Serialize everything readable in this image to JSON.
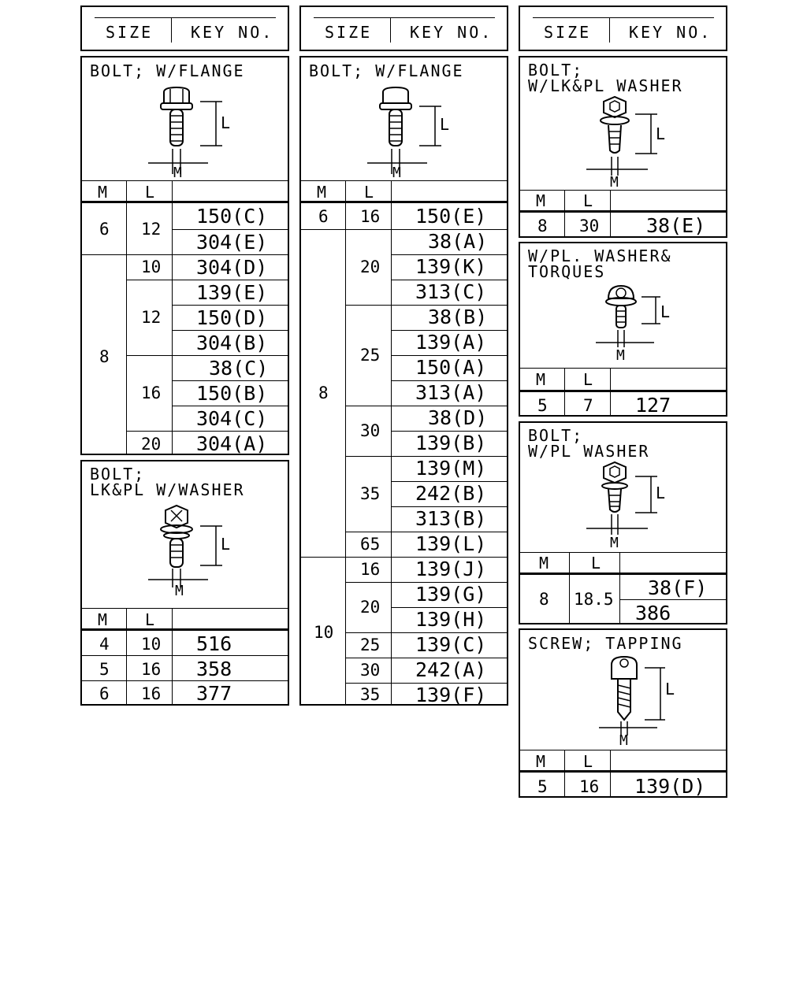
{
  "header": {
    "size_label": "SIZE",
    "key_label": "KEY NO."
  },
  "columns": {
    "m": "M",
    "l": "L"
  },
  "sections": {
    "bolt_flange_1": {
      "title": "BOLT; W/FLANGE",
      "rows": [
        {
          "m": "6",
          "l": "12",
          "keys": [
            "150(C)",
            "304(E)"
          ]
        },
        {
          "m": "8",
          "l": "10",
          "keys": [
            "304(D)"
          ]
        },
        {
          "m": "8",
          "l": "12",
          "keys": [
            "139(E)",
            "150(D)",
            "304(B)"
          ]
        },
        {
          "m": "8",
          "l": "16",
          "keys": [
            "38(C)",
            "150(B)",
            "304(C)"
          ]
        },
        {
          "m": "8",
          "l": "20",
          "keys": [
            "304(A)"
          ]
        }
      ]
    },
    "bolt_lkpl_washer": {
      "title_line1": "BOLT;",
      "title_line2": "LK&PL W/WASHER",
      "rows": [
        {
          "m": "4",
          "l": "10",
          "key": "516"
        },
        {
          "m": "5",
          "l": "16",
          "key": "358"
        },
        {
          "m": "6",
          "l": "16",
          "key": "377"
        }
      ]
    },
    "bolt_flange_2": {
      "title": "BOLT; W/FLANGE",
      "rows": [
        {
          "m": "6",
          "l": "16",
          "keys": [
            "150(E)"
          ]
        },
        {
          "m": "8",
          "l": "20",
          "keys": [
            "38(A)",
            "139(K)",
            "313(C)"
          ]
        },
        {
          "m": "8",
          "l": "25",
          "keys": [
            "38(B)",
            "139(A)",
            "150(A)",
            "313(A)"
          ]
        },
        {
          "m": "8",
          "l": "30",
          "keys": [
            "38(D)",
            "139(B)"
          ]
        },
        {
          "m": "8",
          "l": "35",
          "keys": [
            "139(M)",
            "242(B)",
            "313(B)"
          ]
        },
        {
          "m": "8",
          "l": "65",
          "keys": [
            "139(L)"
          ]
        },
        {
          "m": "10",
          "l": "16",
          "keys": [
            "139(J)"
          ]
        },
        {
          "m": "10",
          "l": "20",
          "keys": [
            "139(G)",
            "139(H)"
          ]
        },
        {
          "m": "10",
          "l": "25",
          "keys": [
            "139(C)"
          ]
        },
        {
          "m": "10",
          "l": "30",
          "keys": [
            "242(A)"
          ]
        },
        {
          "m": "10",
          "l": "35",
          "keys": [
            "139(F)"
          ]
        }
      ]
    },
    "bolt_w_lkpl_washer": {
      "title_line1": "BOLT;",
      "title_line2": "W/LK&PL WASHER",
      "rows": [
        {
          "m": "8",
          "l": "30",
          "key": "38(E)"
        }
      ]
    },
    "wpl_washer_torques": {
      "title_line1": "W/PL. WASHER&",
      "title_line2": "TORQUES",
      "rows": [
        {
          "m": "5",
          "l": "7",
          "key": "127"
        }
      ]
    },
    "bolt_wpl_washer": {
      "title_line1": "BOLT;",
      "title_line2": "W/PL WASHER",
      "rows": [
        {
          "m": "8",
          "l": "18.5",
          "keys": [
            "38(F)",
            "386"
          ]
        }
      ]
    },
    "screw_tapping": {
      "title": "SCREW; TAPPING",
      "rows": [
        {
          "m": "5",
          "l": "16",
          "key": "139(D)"
        }
      ]
    }
  }
}
